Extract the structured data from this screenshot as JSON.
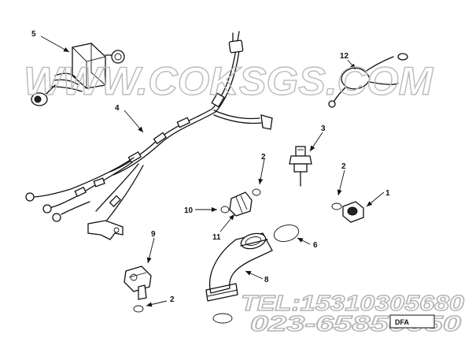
{
  "watermark": {
    "site": "WWW.COKSGS.COM",
    "tel": "TEL:15310305680",
    "phone": "023-65850950"
  },
  "stamp": {
    "text": "DFA"
  },
  "callouts": {
    "c1": "1",
    "c2a": "2",
    "c2b": "2",
    "c2c": "2",
    "c3": "3",
    "c4": "4",
    "c5": "5",
    "c6": "6",
    "c8": "8",
    "c9": "9",
    "c10": "10",
    "c11": "11",
    "c12": "12"
  }
}
